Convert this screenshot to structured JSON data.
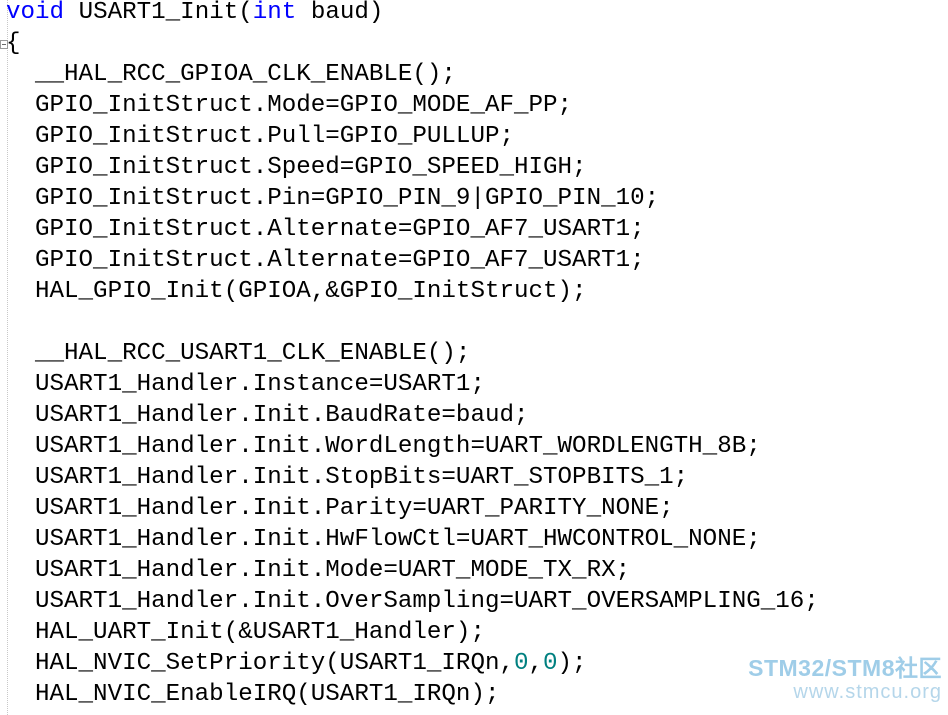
{
  "code": {
    "signature": {
      "ret_type": "void",
      "name": " USART1_Init(",
      "param_type": "int",
      "param_rest": " baud)"
    },
    "open_brace": "{",
    "block1": [
      "__HAL_RCC_GPIOA_CLK_ENABLE();",
      "GPIO_InitStruct.Mode=GPIO_MODE_AF_PP;",
      "GPIO_InitStruct.Pull=GPIO_PULLUP;",
      "GPIO_InitStruct.Speed=GPIO_SPEED_HIGH;",
      "GPIO_InitStruct.Pin=GPIO_PIN_9|GPIO_PIN_10;",
      "GPIO_InitStruct.Alternate=GPIO_AF7_USART1;",
      "GPIO_InitStruct.Alternate=GPIO_AF7_USART1;",
      "HAL_GPIO_Init(GPIOA,&GPIO_InitStruct);"
    ],
    "block2": [
      "__HAL_RCC_USART1_CLK_ENABLE();",
      "USART1_Handler.Instance=USART1;",
      "USART1_Handler.Init.BaudRate=baud;",
      "USART1_Handler.Init.WordLength=UART_WORDLENGTH_8B;",
      "USART1_Handler.Init.StopBits=UART_STOPBITS_1;",
      "USART1_Handler.Init.Parity=UART_PARITY_NONE;",
      "USART1_Handler.Init.HwFlowCtl=UART_HWCONTROL_NONE;",
      "USART1_Handler.Init.Mode=UART_MODE_TX_RX;",
      "USART1_Handler.Init.OverSampling=UART_OVERSAMPLING_16;",
      "HAL_UART_Init(&USART1_Handler);"
    ],
    "nvic_priority": {
      "prefix": "HAL_NVIC_SetPriority(USART1_IRQn,",
      "arg1": "0",
      "sep": ",",
      "arg2": "0",
      "suffix": ");"
    },
    "nvic_enable": "HAL_NVIC_EnableIRQ(USART1_IRQn);"
  },
  "watermark": {
    "brand": "STM32/STM8社区",
    "url": "www.stmcu.org"
  },
  "colors": {
    "keyword": "#0000ff",
    "number": "#008080",
    "text": "#000000",
    "background": "#ffffff",
    "watermark": "#9fcde8"
  }
}
